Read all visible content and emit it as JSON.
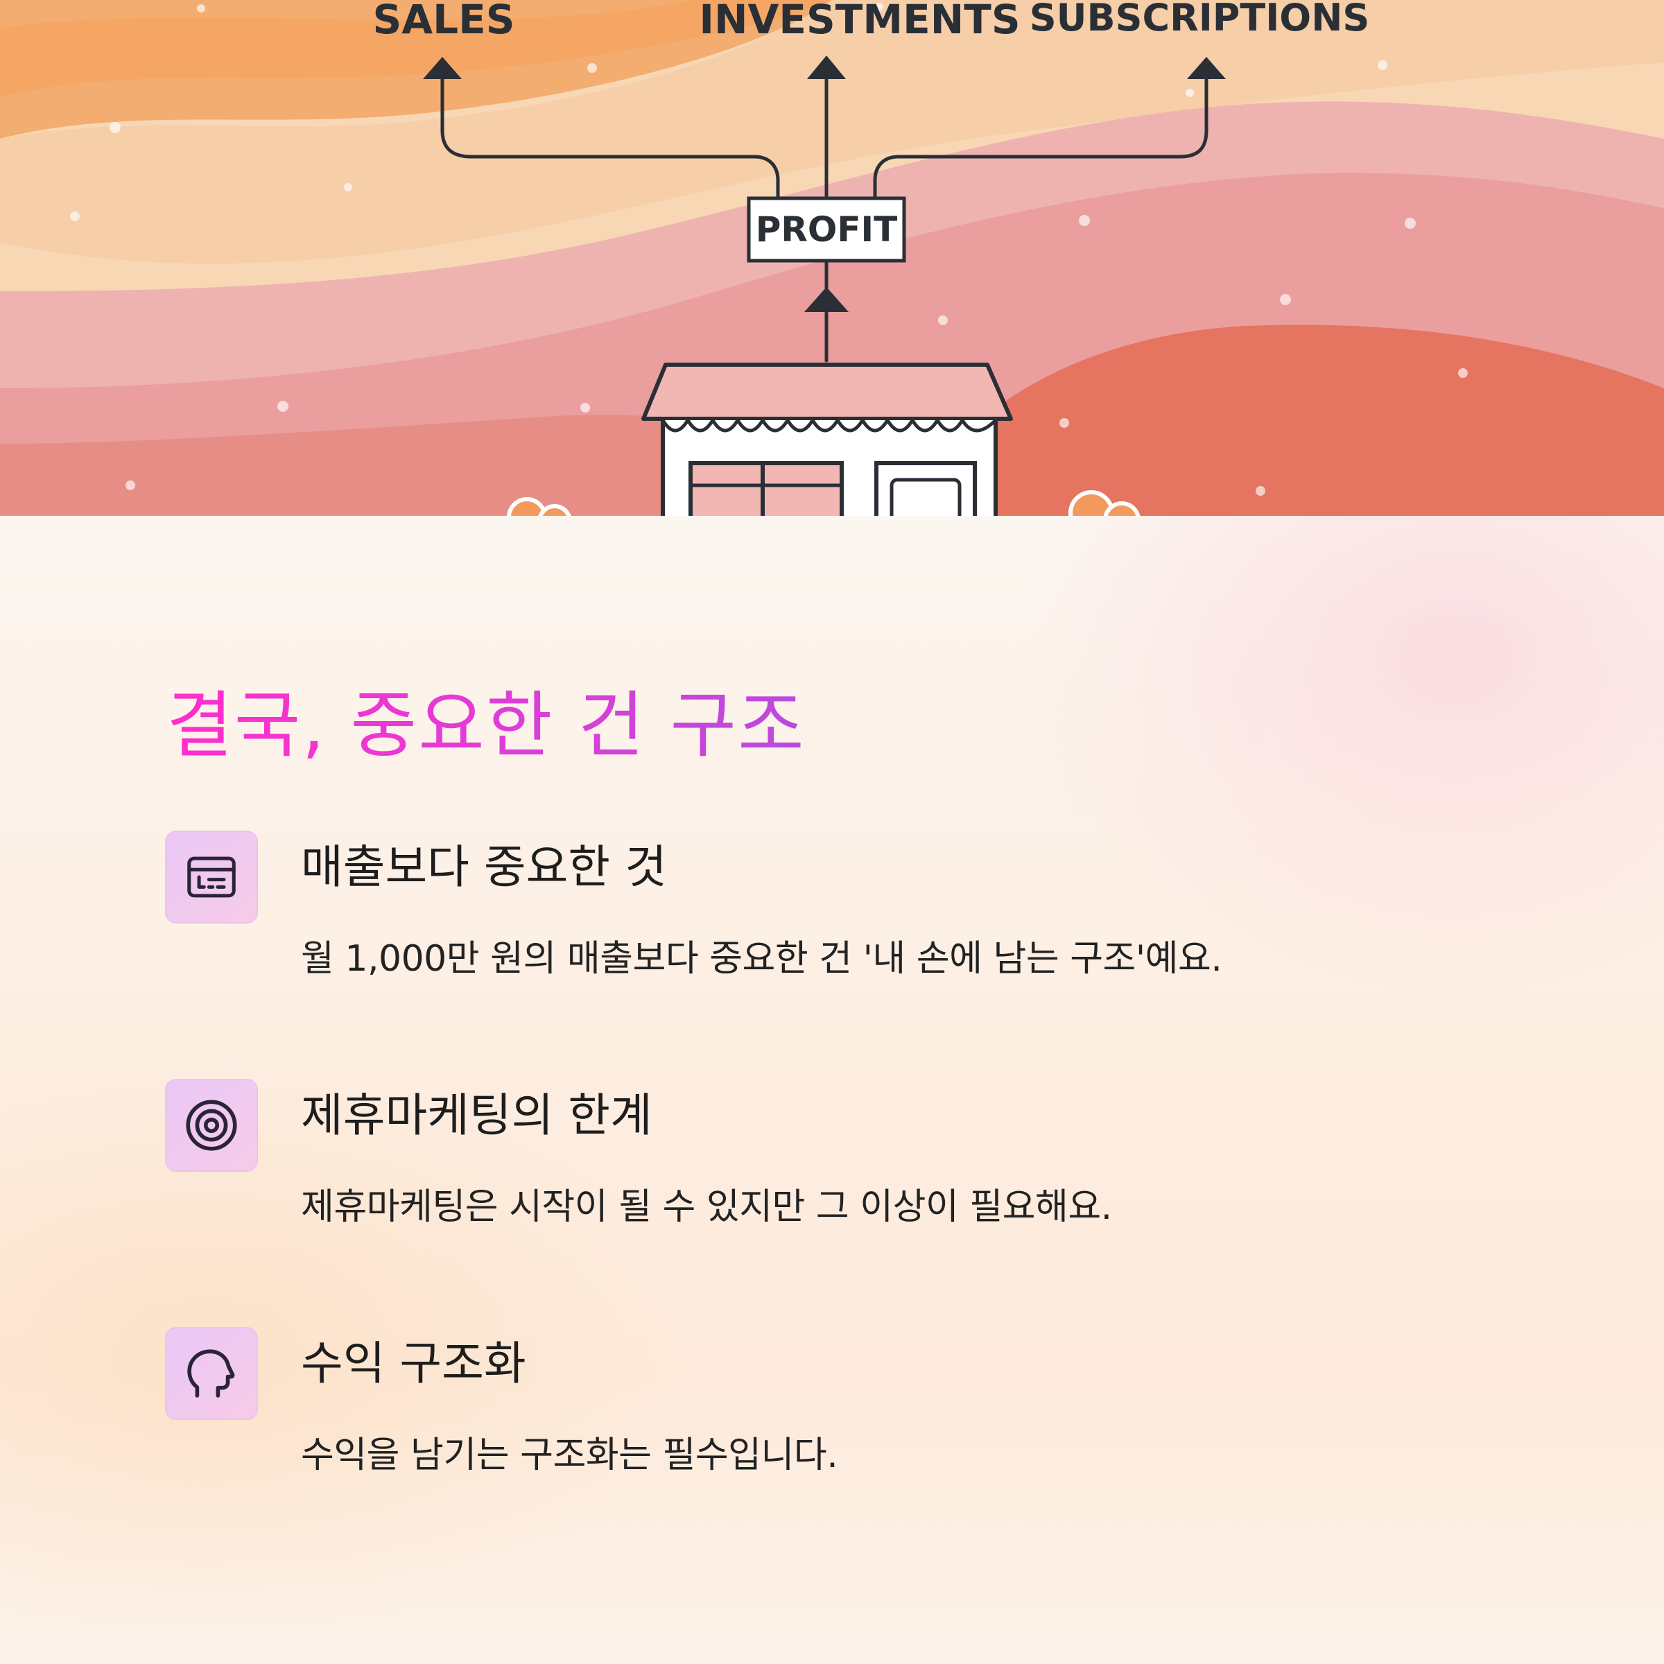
{
  "hero": {
    "labels": {
      "sales": "SALES",
      "investments": "INVESTMENTS",
      "subscriptions": "SUBSCRIPTIONS",
      "profit": "PROFIT"
    },
    "colors": {
      "sky": "#f6c79c",
      "orange_wave": "#f3a968",
      "pink_wave": "#eeaaa6",
      "coral_wave": "#e57460",
      "ink": "#2a2f36"
    }
  },
  "section": {
    "title": "결국, 중요한 건 구조",
    "features": [
      {
        "icon": "credit-card-icon",
        "title": "매출보다 중요한 것",
        "description": "월 1,000만 원의 매출보다 중요한 건 '내 손에 남는 구조'예요."
      },
      {
        "icon": "target-icon",
        "title": "제휴마케팅의 한계",
        "description": "제휴마케팅은 시작이 될 수 있지만 그 이상이 필요해요."
      },
      {
        "icon": "head-profile-icon",
        "title": "수익 구조화",
        "description": "수익을 남기는 구조화는 필수입니다."
      }
    ],
    "colors": {
      "title_gradient_start": "#ff2ecb",
      "title_gradient_end": "#b94bdc",
      "icon_box_bg": "#eec8f4",
      "text": "#1d1d1d"
    }
  }
}
